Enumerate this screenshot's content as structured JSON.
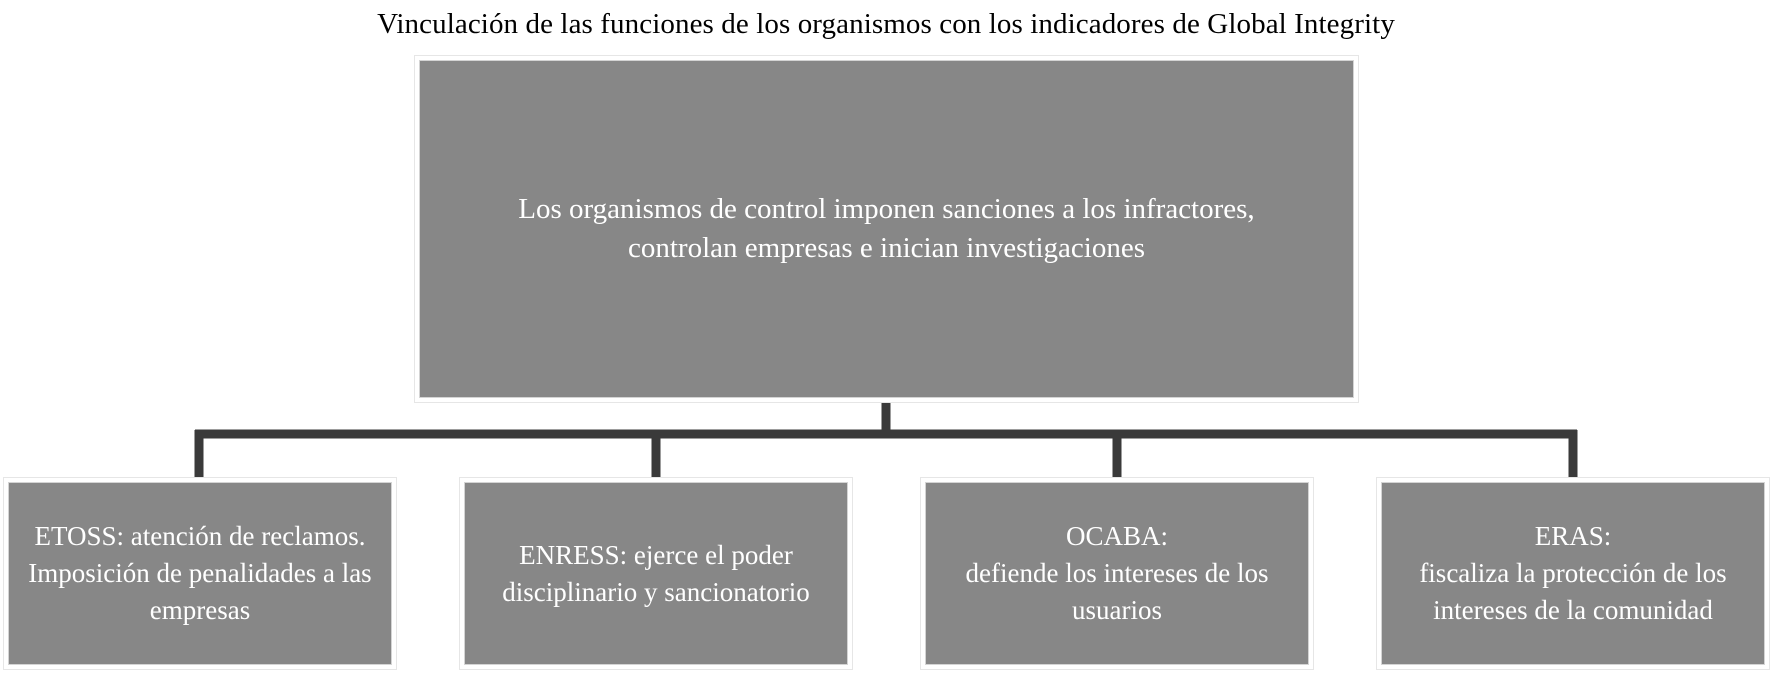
{
  "title": "Vinculación de las funciones de los organismos con los indicadores de Global Integrity",
  "colors": {
    "node_fill": "#878787",
    "node_text": "#ffffff",
    "node_border": "#d4d4d4",
    "connector": "#3a3a3a",
    "background": "#ffffff",
    "title_text": "#000000"
  },
  "diagram": {
    "type": "org-chart",
    "root": {
      "id": "root",
      "text": "Los organismos de control imponen sanciones a los infractores, controlan empresas e inician investigaciones"
    },
    "children": [
      {
        "id": "etoss",
        "acronym": "ETOSS",
        "text": "ETOSS: atención de reclamos. Imposición de penalidades a las empresas"
      },
      {
        "id": "enress",
        "acronym": "ENRESS",
        "text": "ENRESS: ejerce el poder disciplinario y sancionatorio"
      },
      {
        "id": "ocaba",
        "acronym": "OCABA",
        "text": "OCABA:\ndefiende los intereses de los usuarios"
      },
      {
        "id": "eras",
        "acronym": "ERAS",
        "text": "ERAS:\nfiscaliza la protección de los intereses de la comunidad"
      }
    ]
  }
}
